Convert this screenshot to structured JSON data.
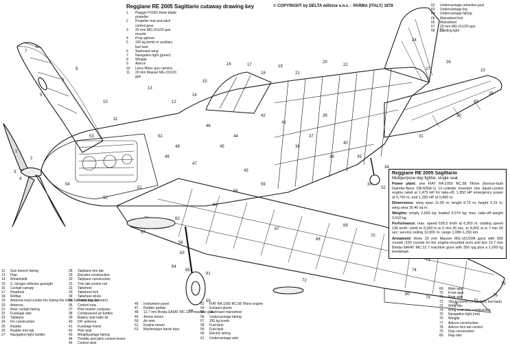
{
  "title": "Reggiane RE 2005 Sagittario cutaway drawing key",
  "copyright": "© COPYRIGHT by DELTA editrice s.n.c. - PARMA (ITALY) 1978",
  "key_top_left": [
    {
      "n": "1",
      "t": "Piaggio P.6001 three-blade propeller"
    },
    {
      "n": "2",
      "t": "Propeller hub and pitch control gear"
    },
    {
      "n": "3",
      "t": "20 mm MG-151/20 gun muzzle"
    },
    {
      "n": "4",
      "t": "Prop spinner"
    },
    {
      "n": "5",
      "t": "160 kg bomb or auxiliary fuel tank"
    },
    {
      "n": "6",
      "t": "Starboard wing"
    },
    {
      "n": "7",
      "t": "Navigation light (green)"
    },
    {
      "n": "8",
      "t": "Wingtip"
    },
    {
      "n": "9",
      "t": "Aileron"
    },
    {
      "n": "10",
      "t": "Leica Motor gun camera"
    },
    {
      "n": "11",
      "t": "20 mm Mauser MG-151/20 gun"
    }
  ],
  "key_top_right": [
    {
      "n": "62",
      "t": "Undercarriage retraction jack"
    },
    {
      "n": "63",
      "t": "Undercarriage leg"
    },
    {
      "n": "64",
      "t": "Undercarriage fairing"
    },
    {
      "n": "65",
      "t": "Mainwheel fork"
    },
    {
      "n": "66",
      "t": "Mainwheel"
    },
    {
      "n": "67",
      "t": "20 mm MG-151/20 gun"
    },
    {
      "n": "68",
      "t": "Landing light"
    }
  ],
  "key_bottom_1": [
    {
      "n": "12",
      "t": "Gun breech fairing"
    },
    {
      "n": "13",
      "t": "Flap"
    },
    {
      "n": "14",
      "t": "Windshield"
    },
    {
      "n": "15",
      "t": "S. Giorgio reflector gunsight"
    },
    {
      "n": "16",
      "t": "Cockpit canopy"
    },
    {
      "n": "17",
      "t": "Headrest"
    },
    {
      "n": "18",
      "t": "Rollbar"
    },
    {
      "n": "19",
      "t": "Antenna mast (under the fairing the inline fuel tank can be seen)"
    },
    {
      "n": "20",
      "t": "Antenna"
    },
    {
      "n": "21",
      "t": "Rear cockpit fairing"
    },
    {
      "n": "22",
      "t": "Fuselage skin"
    },
    {
      "n": "23",
      "t": "Tailplane"
    },
    {
      "n": "24",
      "t": "Fin construction"
    },
    {
      "n": "25",
      "t": "Rudder"
    },
    {
      "n": "26",
      "t": "Rudder trim tab"
    },
    {
      "n": "27",
      "t": "Navigation light (white)"
    }
  ],
  "key_bottom_2": [
    {
      "n": "28",
      "t": "Tailplane trim tab"
    },
    {
      "n": "29",
      "t": "Elevator construction"
    },
    {
      "n": "30",
      "t": "Tailplane construction"
    },
    {
      "n": "31",
      "t": "Trim tab control rod"
    },
    {
      "n": "32",
      "t": "Tailwheel"
    },
    {
      "n": "33",
      "t": "Tailwheel fork"
    },
    {
      "n": "34",
      "t": "Tailwheel struts"
    },
    {
      "n": "35",
      "t": "Retracting rod"
    },
    {
      "n": "36",
      "t": "Control runs"
    },
    {
      "n": "37",
      "t": "Pilot master compass"
    },
    {
      "n": "38",
      "t": "Compressed air bottles"
    },
    {
      "n": "39",
      "t": "Battery and radio kit"
    },
    {
      "n": "40",
      "t": "D/F antenna"
    },
    {
      "n": "41",
      "t": "Fuselage frame"
    },
    {
      "n": "42",
      "t": "Pilot seat"
    },
    {
      "n": "43",
      "t": "Wing/fuselage fairing"
    },
    {
      "n": "44",
      "t": "Throttle and pitch control levers"
    },
    {
      "n": "45",
      "t": "Control stick"
    }
  ],
  "key_bottom_3": [
    {
      "n": "46",
      "t": "Instrument panel"
    },
    {
      "n": "47",
      "t": "Rudder pedals"
    },
    {
      "n": "48",
      "t": "12.7 mm Breda-SAFAT MC.12.7 machine gun"
    },
    {
      "n": "49",
      "t": "Ammo boxes"
    },
    {
      "n": "50",
      "t": "Air inlet"
    },
    {
      "n": "51",
      "t": "Engine mount"
    },
    {
      "n": "52",
      "t": "Machinegun barrel duct"
    }
  ],
  "key_bottom_4": [
    {
      "n": "53",
      "t": "FIAT RA.1050 RC.58 Tifone engine"
    },
    {
      "n": "54",
      "t": "Exhaust plume"
    },
    {
      "n": "55",
      "t": "Starboard mainwheel"
    },
    {
      "n": "56",
      "t": "Undercarriage fairing"
    },
    {
      "n": "57",
      "t": "250 kg bomb"
    },
    {
      "n": "58",
      "t": "Fuel tank"
    },
    {
      "n": "59",
      "t": "Fuel tank"
    },
    {
      "n": "60",
      "t": "Electric wiring"
    },
    {
      "n": "61",
      "t": "Undercarriage axle"
    }
  ],
  "key_bottom_5": [
    {
      "n": "69",
      "t": "Main spar"
    },
    {
      "n": "70",
      "t": "Front spar"
    },
    {
      "n": "71",
      "t": "Rear spar"
    },
    {
      "n": "72",
      "t": "160 kg bomb (or auxiliary fuel tank)"
    },
    {
      "n": "73",
      "t": "Wing ribs"
    },
    {
      "n": "74",
      "t": "Wing main box construction"
    },
    {
      "n": "75",
      "t": "Navigation light (red)"
    },
    {
      "n": "76",
      "t": "Wingtip"
    },
    {
      "n": "77",
      "t": "Aileron construction"
    },
    {
      "n": "78",
      "t": "Aileron trim tab control"
    },
    {
      "n": "79",
      "t": "Flap construction"
    },
    {
      "n": "80",
      "t": "Flap skin"
    }
  ],
  "spec": {
    "title": "Reggiane RE 2005 Sagittario",
    "subtitle": "Multipurpose day fighter, single seat",
    "paragraphs": [
      {
        "label": "Power plant:",
        "text": " one FIAT RA.1050 RC.58 Tifone (licence-built Daimler-Benz DB-605A-1) 12-cylinder inverted Vee liquid-cooled engine rated at 1,475 HP for take-off, 1,350 HP emergency power at 5,700 m, and 1,250 HP at 5,800 m."
      },
      {
        "label": "Dimensions:",
        "text": " wing span 11.00 m; length 8.73 m; height 3.15 m; wing area 20.40 sq m."
      },
      {
        "label": "Weights:",
        "text": " empty 2,600 kg; loaded 3,574 kg; max. take-off weight 3,610 kg."
      },
      {
        "label": "Performance:",
        "text": " max. speed 628.5 km/h at 6,950 m; stalling speed 136 km/h; climb to 6,000 m in 5 min 30 sec, to 8,000 m in 7 min 50 sec; service ceiling 12,000 m; range 1,080-1,250 km."
      },
      {
        "label": "Armament:",
        "text": " three 20 mm Mauser MG-151/20A guns with 550 rounds (150 rounds for the engine-mounted one) and two 12.7 mm Breda-SAFAT MC.12.7 machine guns with 350 rpg plus a 1,000 kg bombload."
      }
    ]
  },
  "callouts": [
    "1",
    "2",
    "3",
    "4",
    "5",
    "6",
    "7",
    "8",
    "9",
    "10",
    "11",
    "12",
    "13",
    "14",
    "15",
    "16",
    "17",
    "18",
    "19",
    "20",
    "21",
    "22",
    "23",
    "24",
    "25",
    "26",
    "27",
    "28",
    "29",
    "30",
    "31",
    "32",
    "33",
    "34",
    "35",
    "36",
    "37",
    "38",
    "39",
    "40",
    "41",
    "42",
    "43",
    "44",
    "45",
    "46",
    "47",
    "48",
    "49",
    "50",
    "51",
    "52",
    "53",
    "54",
    "55",
    "56",
    "57",
    "58",
    "59",
    "60",
    "61",
    "62",
    "63",
    "64",
    "65",
    "66",
    "67",
    "68",
    "69",
    "70",
    "71",
    "72",
    "73",
    "74",
    "75",
    "76",
    "77",
    "78",
    "79",
    "80"
  ]
}
